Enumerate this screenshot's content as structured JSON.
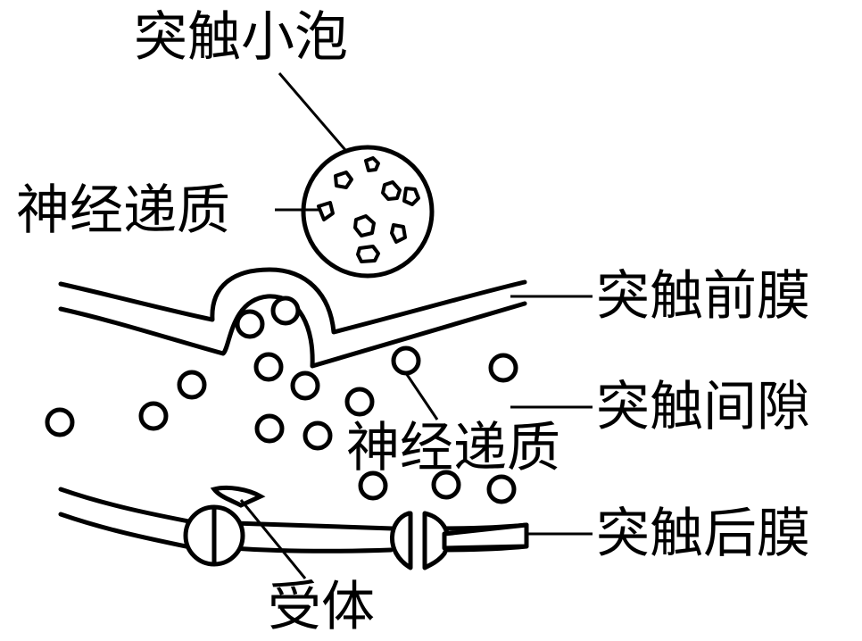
{
  "labels": {
    "vesicle": "突触小泡",
    "neurotransmitter_vesicle": "神经递质",
    "presynaptic_membrane": "突触前膜",
    "synaptic_cleft": "突触间隙",
    "neurotransmitter_cleft": "神经递质",
    "postsynaptic_membrane": "突触后膜",
    "receptor": "受体"
  }
}
